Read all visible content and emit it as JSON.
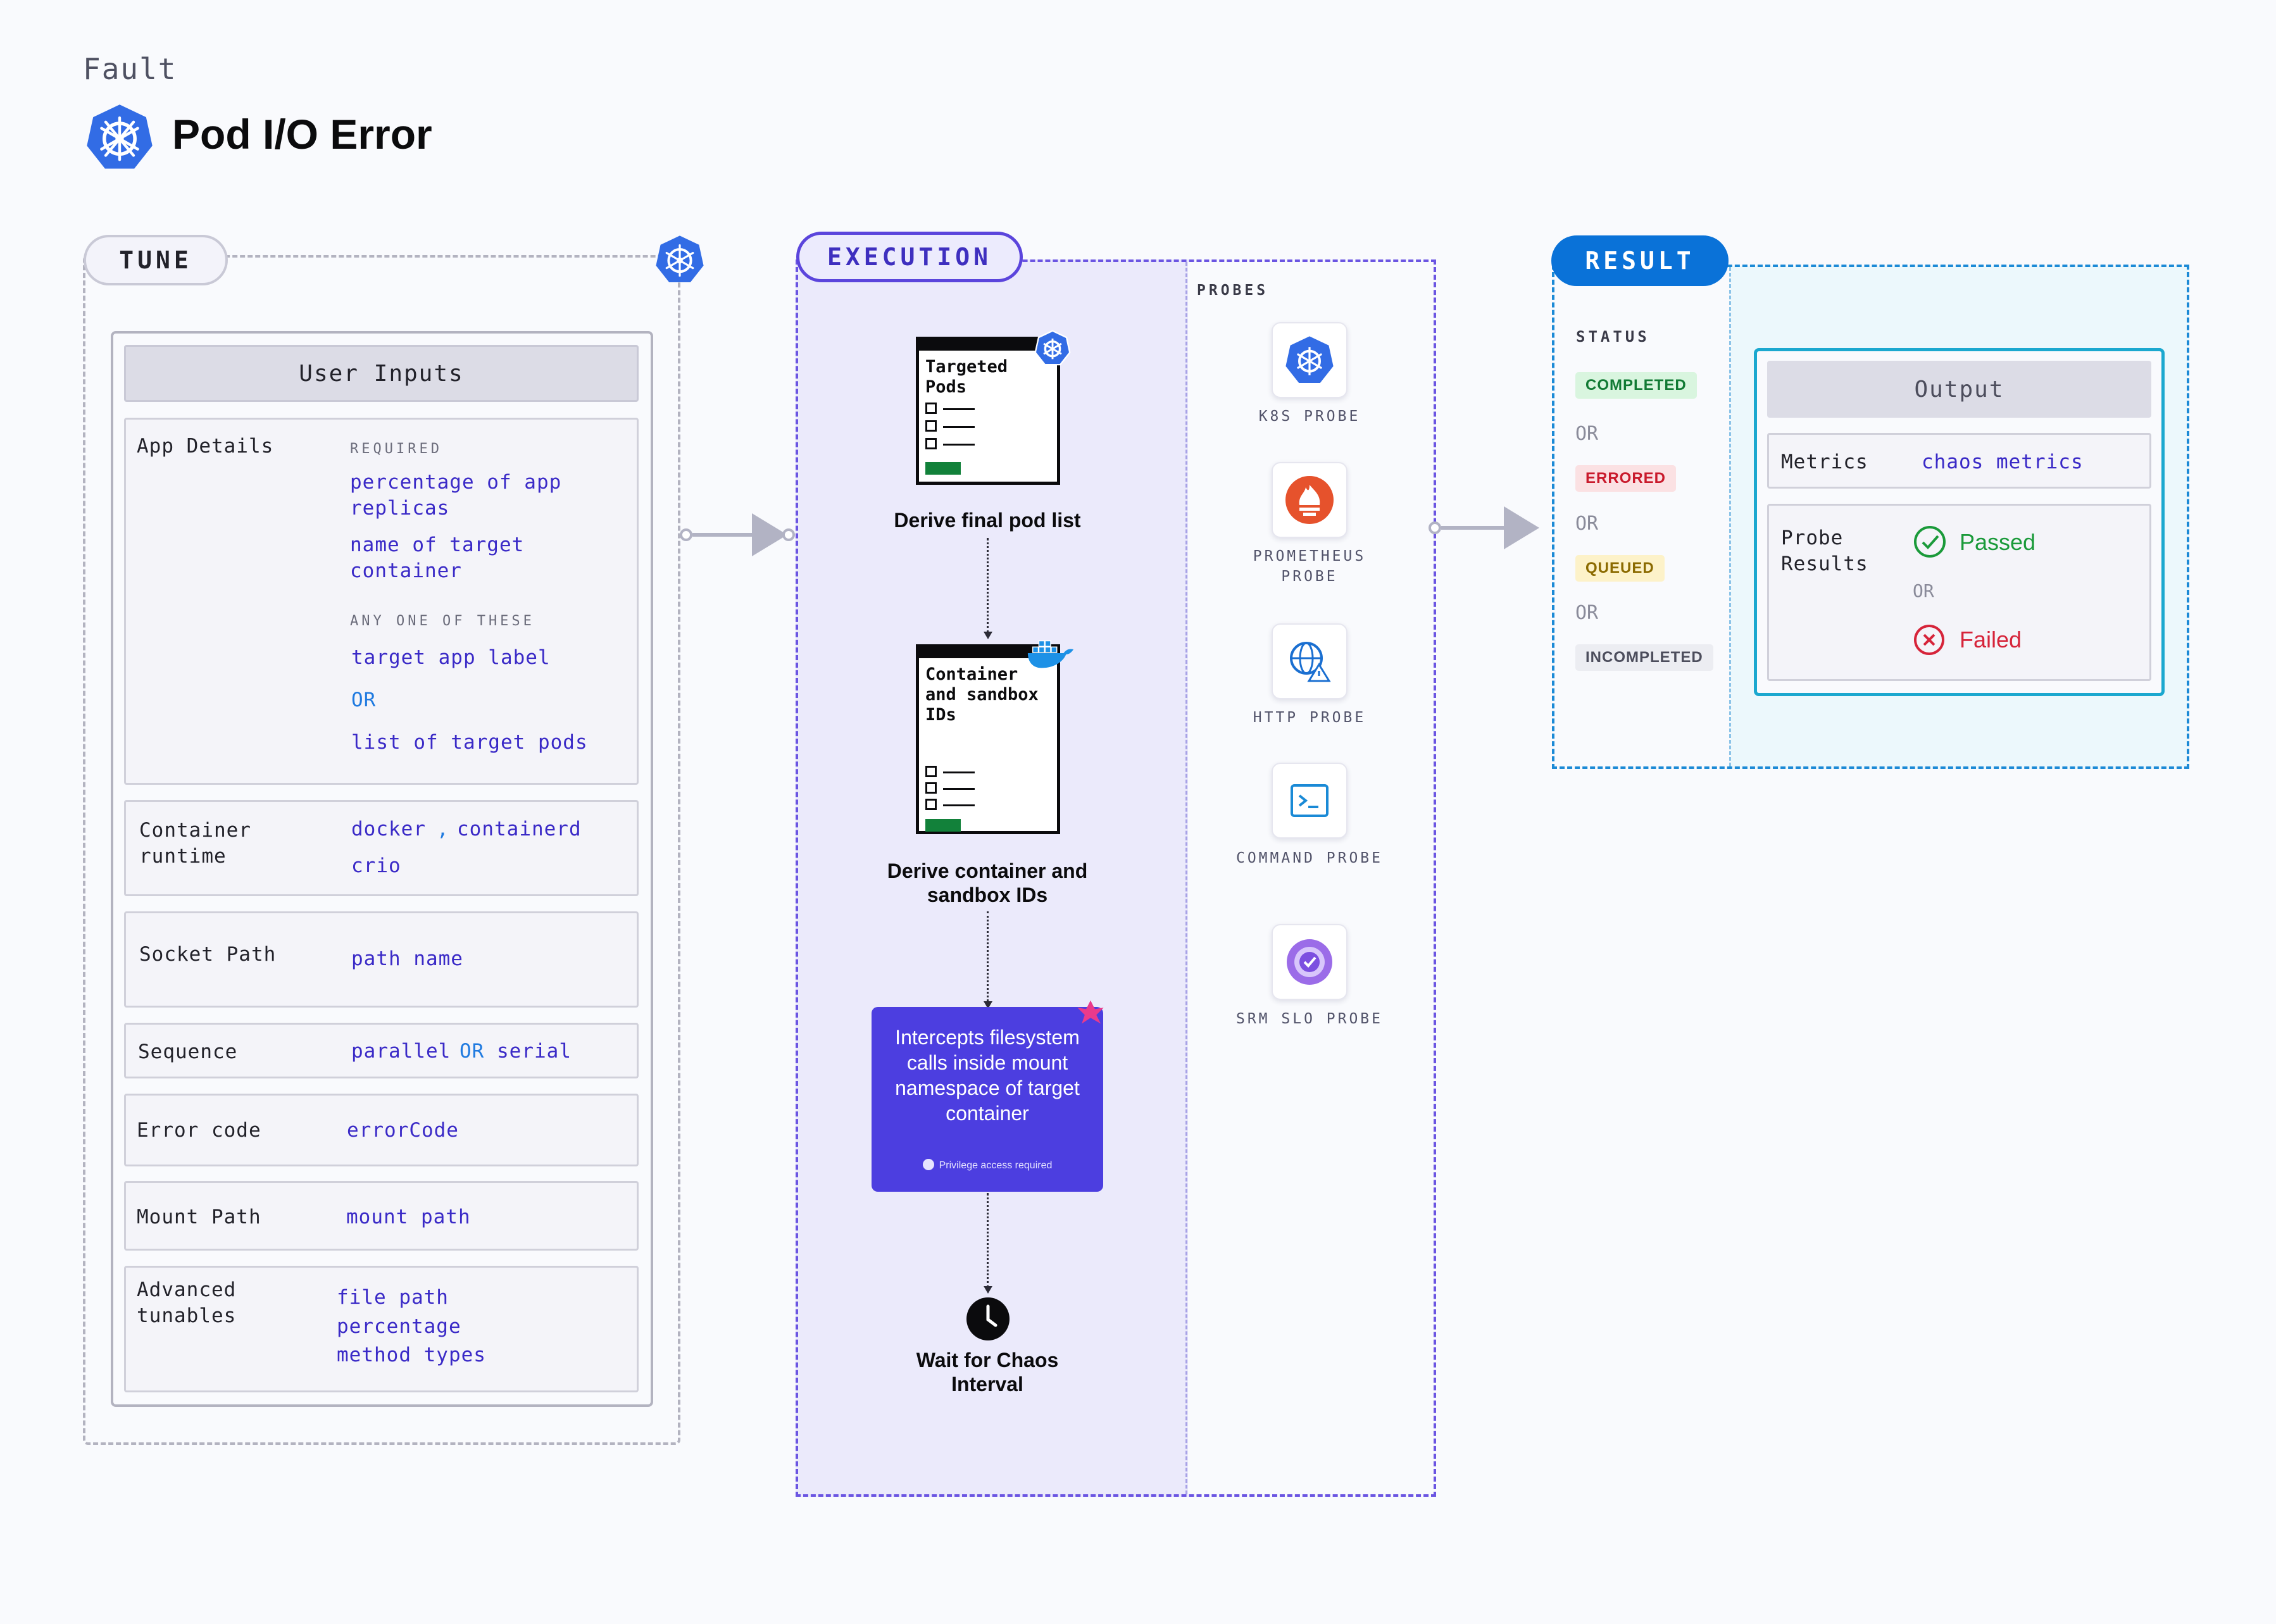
{
  "header": {
    "kicker": "Fault",
    "title": "Pod I/O Error",
    "icon": "kubernetes-icon"
  },
  "tune": {
    "pill": "TUNE",
    "panel_title": "User Inputs",
    "app_details": {
      "label": "App Details",
      "required_caption": "REQUIRED",
      "required": [
        "percentage of app replicas",
        "name of target container"
      ],
      "any_one_caption": "ANY ONE OF THESE",
      "any_one": [
        "target app label",
        "OR",
        "list of target pods"
      ]
    },
    "container_runtime": {
      "label": "Container runtime",
      "values": [
        "docker",
        ",",
        "containerd",
        "crio"
      ]
    },
    "socket_path": {
      "label": "Socket Path",
      "value": "path name"
    },
    "sequence": {
      "label": "Sequence",
      "value_a": "parallel",
      "or": "OR",
      "value_b": "serial"
    },
    "error_code": {
      "label": "Error code",
      "value": "errorCode"
    },
    "mount_path": {
      "label": "Mount Path",
      "value": "mount path"
    },
    "advanced": {
      "label": "Advanced tunables",
      "values": [
        "file path",
        "percentage",
        "method types"
      ]
    }
  },
  "execution": {
    "pill": "EXECUTION",
    "probes_title": "PROBES",
    "step1": {
      "doc_title": "Targeted Pods",
      "label": "Derive final pod list"
    },
    "step2": {
      "doc_title": "Container and sandbox IDs",
      "label": "Derive container and sandbox IDs"
    },
    "step3": {
      "text": "Intercepts filesystem calls inside mount namespace of target container",
      "note": "Privilege access required"
    },
    "step4": {
      "label": "Wait for Chaos Interval"
    },
    "probes": [
      {
        "icon": "kubernetes-icon",
        "label": "K8S PROBE"
      },
      {
        "icon": "prometheus-icon",
        "label": "PROMETHEUS PROBE"
      },
      {
        "icon": "http-globe-icon",
        "label": "HTTP PROBE"
      },
      {
        "icon": "terminal-icon",
        "label": "COMMAND PROBE"
      },
      {
        "icon": "srm-slo-icon",
        "label": "SRM SLO PROBE"
      }
    ]
  },
  "result": {
    "pill": "RESULT",
    "status_title": "STATUS",
    "statuses": [
      "COMPLETED",
      "ERRORED",
      "QUEUED",
      "INCOMPLETED"
    ],
    "or": "OR",
    "output_title": "Output",
    "metrics_label": "Metrics",
    "metrics_value": "chaos metrics",
    "probe_results_label": "Probe Results",
    "passed": "Passed",
    "failed": "Failed"
  },
  "colors": {
    "accent_purple": "#4c3ee0",
    "accent_blue": "#0a72d8",
    "value_text": "#3a2ac7",
    "passed": "#1a9a3a",
    "failed": "#d6243a"
  }
}
